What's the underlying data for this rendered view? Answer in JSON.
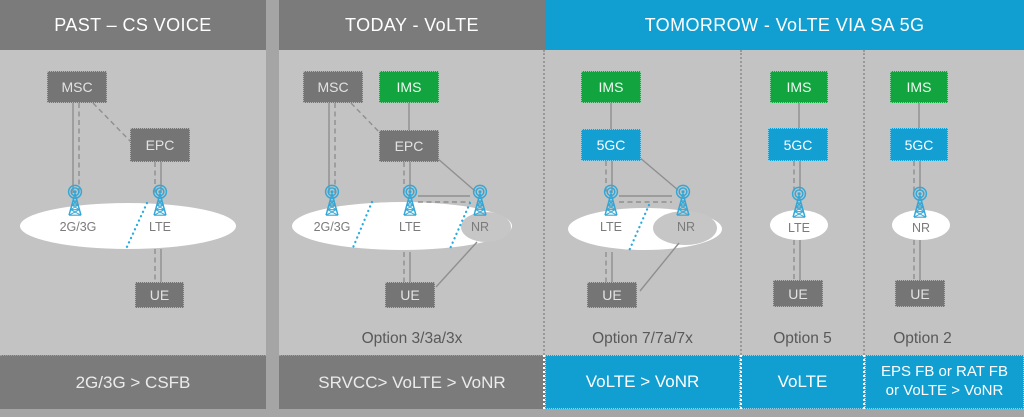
{
  "slide": {
    "panels": {
      "past": {
        "title": "PAST – CS VOICE",
        "nodes": {
          "msc": "MSC",
          "epc": "EPC",
          "ue": "UE"
        },
        "radios": {
          "g23": "2G/3G",
          "lte": "LTE"
        },
        "bar": "2G/3G > CSFB"
      },
      "today": {
        "title": "TODAY - VoLTE",
        "nodes": {
          "msc": "MSC",
          "ims": "IMS",
          "epc": "EPC",
          "ue": "UE"
        },
        "radios": {
          "g23": "2G/3G",
          "lte": "LTE",
          "nr": "NR"
        },
        "option": "Option 3/3a/3x",
        "bar": "SRVCC> VoLTE > VoNR"
      },
      "tomorrow": {
        "title": "TOMORROW - VoLTE VIA SA 5G",
        "columns": [
          {
            "nodes": {
              "ims": "IMS",
              "core": "5GC",
              "ue": "UE"
            },
            "radios": {
              "lte": "LTE",
              "nr": "NR"
            },
            "option": "Option 7/7a/7x",
            "bar": "VoLTE > VoNR"
          },
          {
            "nodes": {
              "ims": "IMS",
              "core": "5GC",
              "ue": "UE"
            },
            "radios": {
              "lte": "LTE"
            },
            "option": "Option 5",
            "bar": "VoLTE"
          },
          {
            "nodes": {
              "ims": "IMS",
              "core": "5GC",
              "ue": "UE"
            },
            "radios": {
              "nr": "NR"
            },
            "option": "Option 2",
            "bar_line1": "EPS FB or RAT FB",
            "bar_line2": "or VoLTE > VoNR"
          }
        ]
      }
    },
    "icons": {
      "radio_tower": "radio-tower-icon"
    },
    "colors": {
      "header_gray": "#7b7b7b",
      "body_gray": "#c3c3c3",
      "background_gray": "#a5a5a5",
      "accent_cyan": "#119fd2",
      "accent_green": "#12a43e",
      "node_gray": "#757575",
      "tower_cyan": "#33a7d6",
      "divider_cyan": "#2aabdf",
      "option_text": "#595959"
    }
  }
}
